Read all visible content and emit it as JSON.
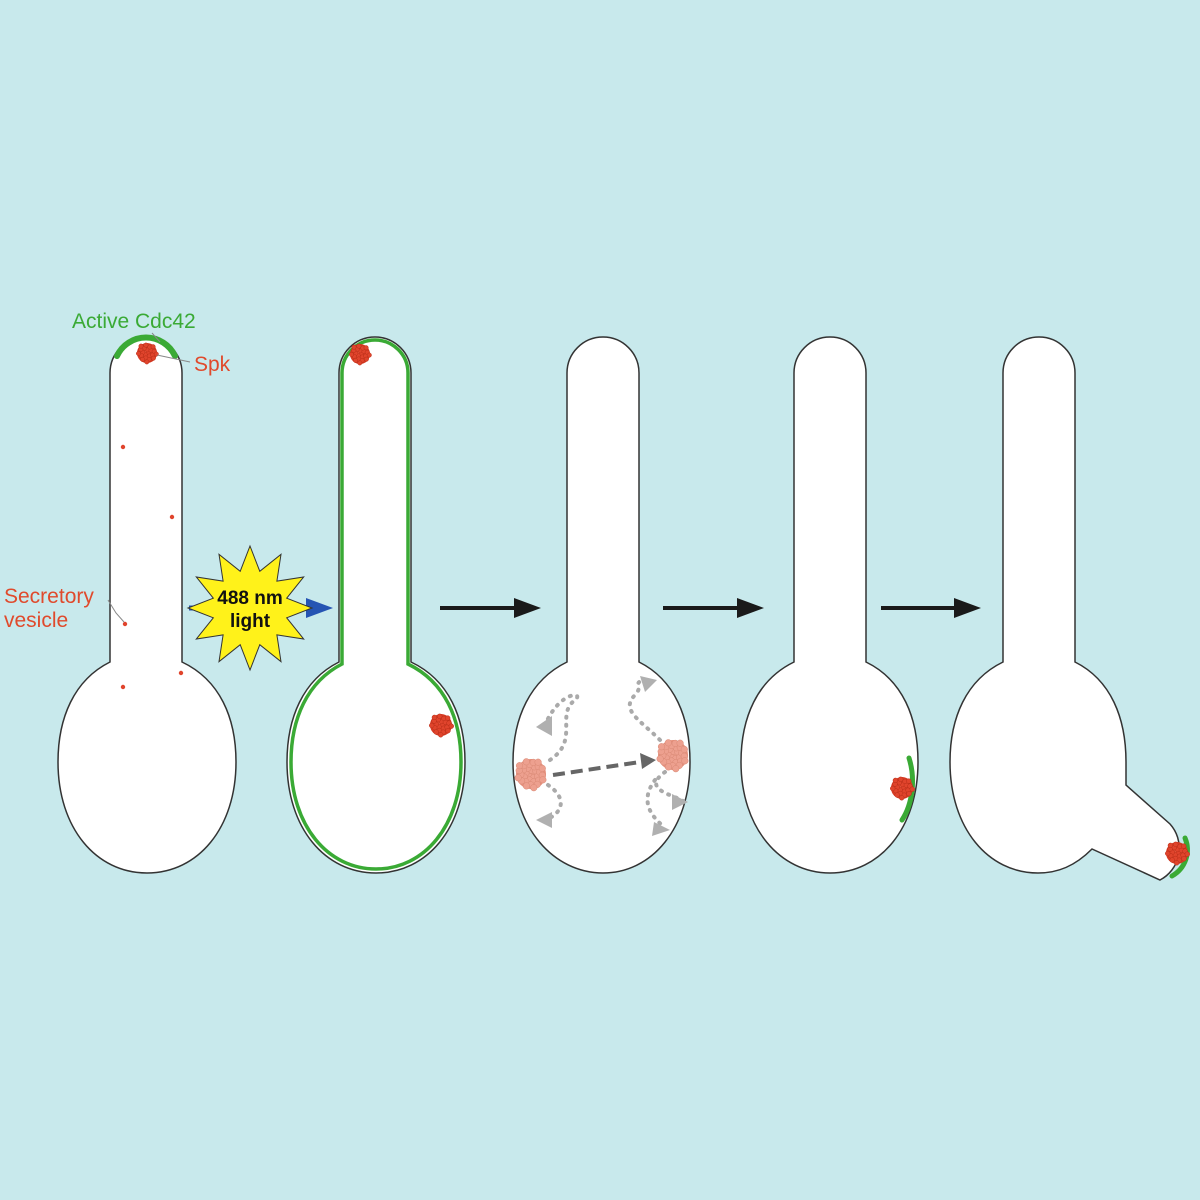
{
  "labels": {
    "active_cdc42": "Active Cdc42",
    "spk": "Spk",
    "secretory_vesicle_line1": "Secretory",
    "secretory_vesicle_line2": "vesicle",
    "light_line1": "488 nm",
    "light_line2": "light"
  },
  "stages": [
    {
      "name": "before-light"
    },
    {
      "name": "illuminated"
    },
    {
      "name": "spk-relocating"
    },
    {
      "name": "new-polarity-site"
    },
    {
      "name": "branch-growth"
    }
  ],
  "colors": {
    "background": "#c8e9ec",
    "cell_fill": "#ffffff",
    "cell_outline": "#333333",
    "cdc42_green": "#3aaa35",
    "spk_red": "#e0442c",
    "spk_faded": "#eda08f",
    "label_red": "#e04a2c",
    "label_green": "#3aaa35",
    "light_arrow_blue": "#2554b3",
    "burst_yellow": "#fff21a",
    "step_arrow": "#1a1a1a",
    "dotted_gray": "#aaaaaa"
  },
  "icons": {
    "light_burst": "starburst",
    "step_arrow": "right-arrow"
  }
}
